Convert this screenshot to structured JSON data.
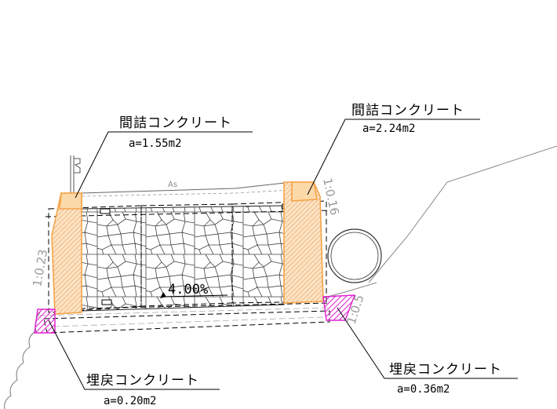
{
  "labels": {
    "top_left": {
      "title": "間詰コンクリート",
      "area": "a=1.55m2"
    },
    "top_right": {
      "title": "間詰コンクリート",
      "area": "a=2.24m2"
    },
    "bottom_left": {
      "title": "埋戻コンクリート",
      "area": "a=0.20m2"
    },
    "bottom_right": {
      "title": "埋戻コンクリート",
      "area": "a=0.36m2"
    }
  },
  "pavement_label": "As",
  "slopes": {
    "left": "1:0.23",
    "right_upper": "1:0.16",
    "right_lower": "1:0.5"
  },
  "grade": "4.00%",
  "colors": {
    "filler_concrete": "#f5a349",
    "backfill_concrete": "#e020d0",
    "stone": "#555555",
    "line": "#000000"
  }
}
